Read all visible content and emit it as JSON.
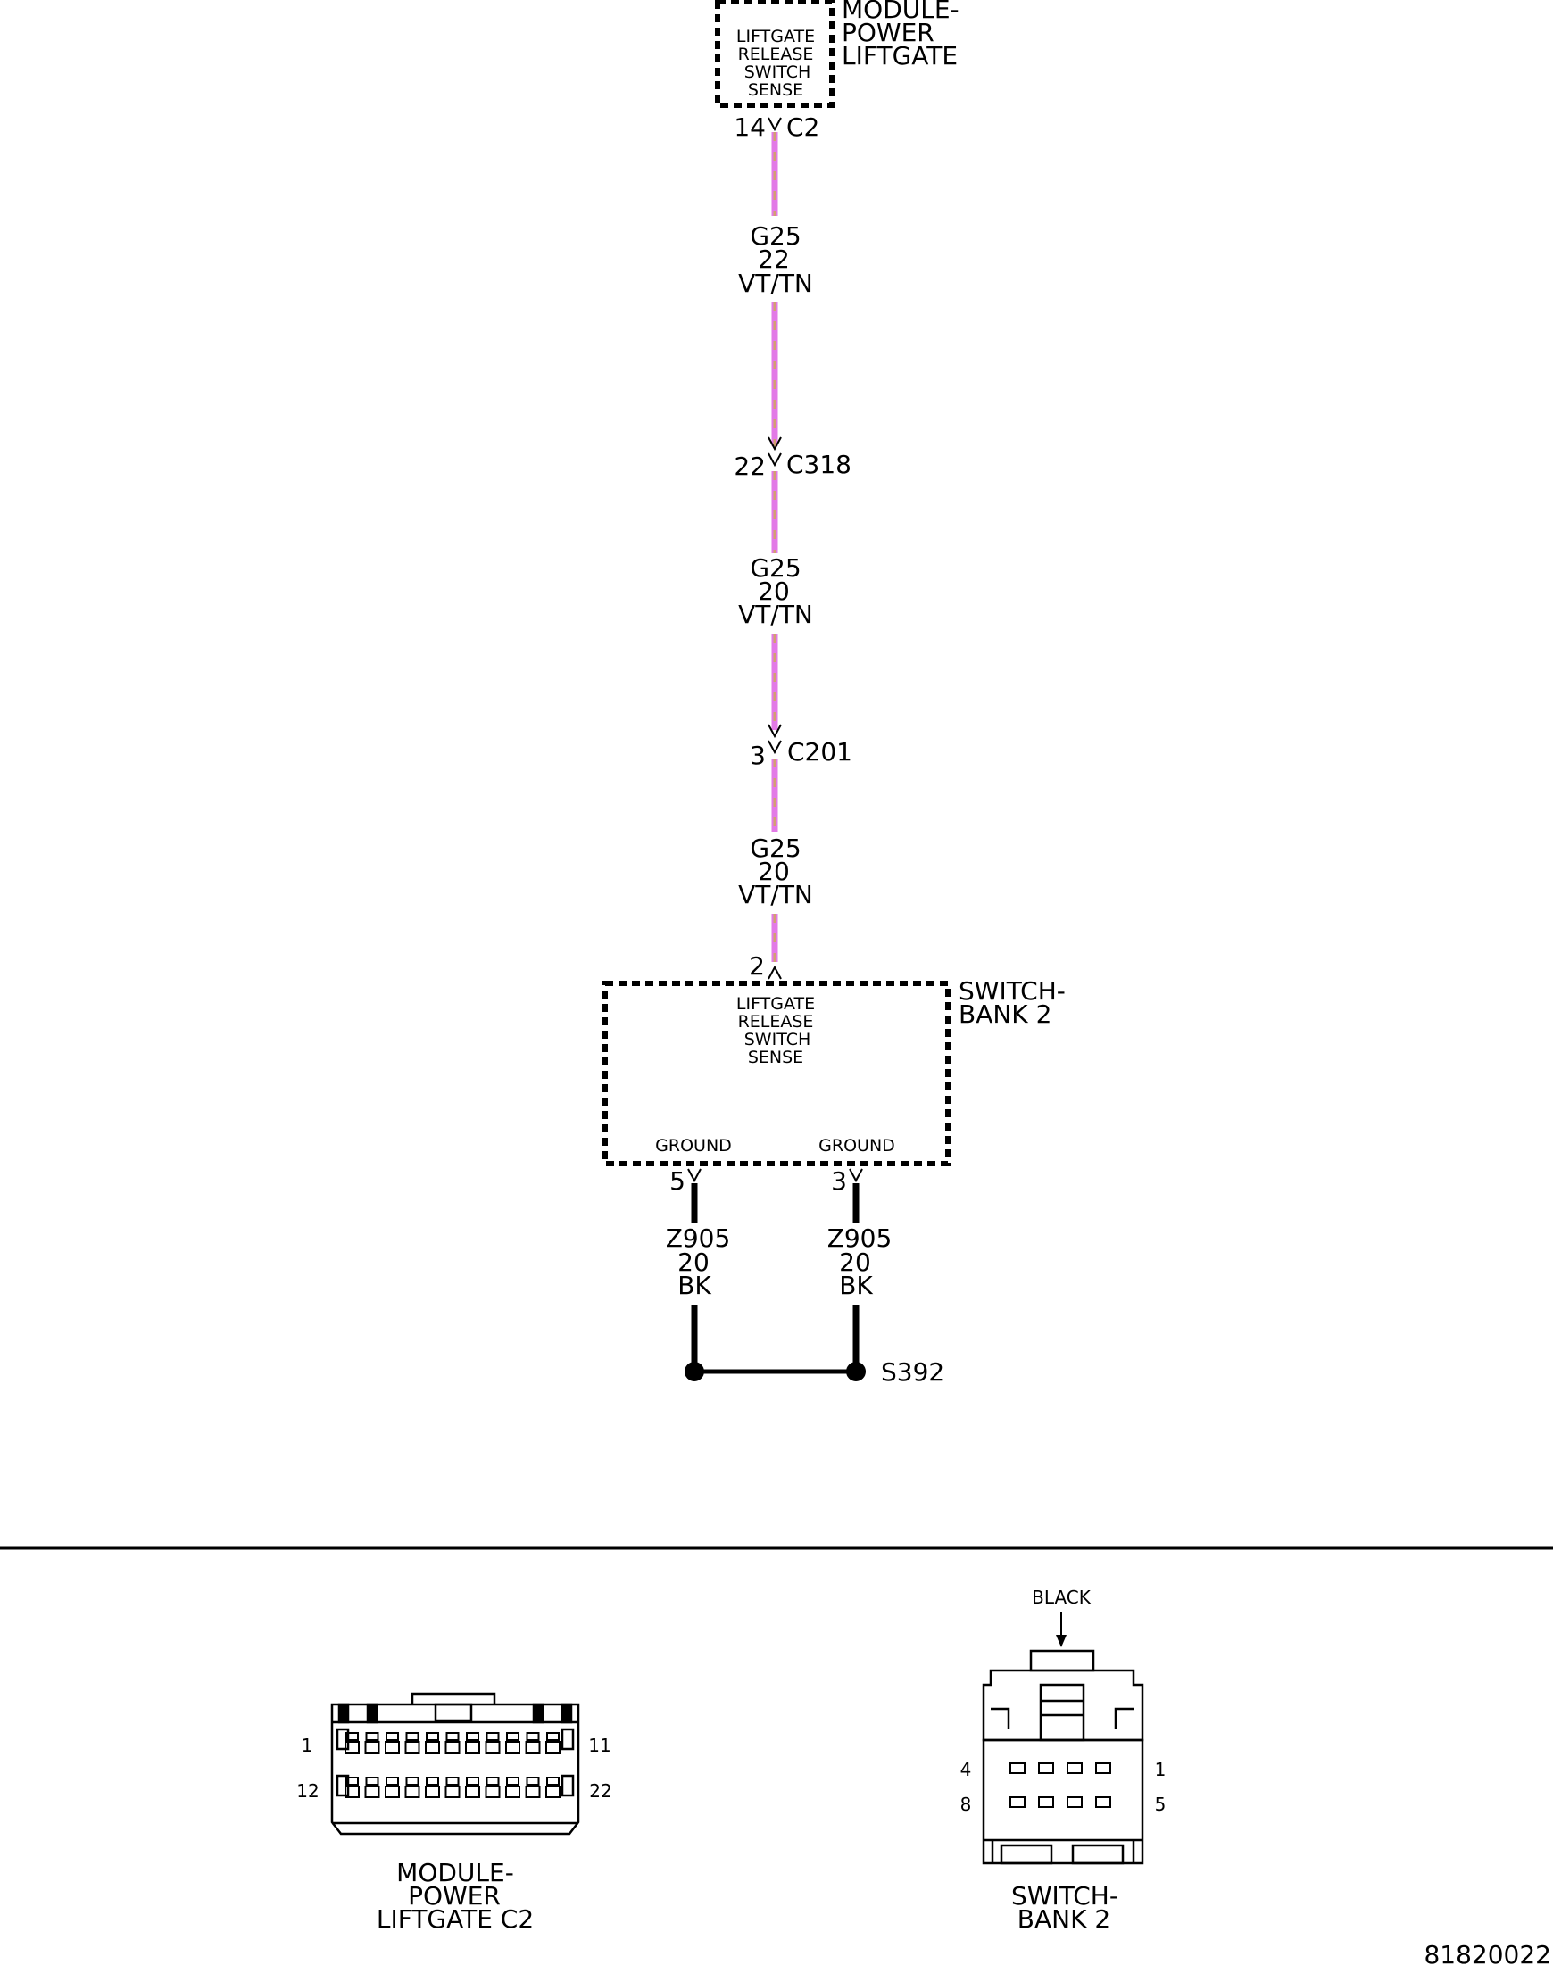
{
  "colors": {
    "wire_violet": "#e27ae6",
    "wire_tan": "#d2a070",
    "ink": "#000000"
  },
  "top_component": {
    "name_lines": [
      "MODULE-",
      "POWER",
      "LIFTGATE"
    ],
    "inner_lines": [
      "LIFTGATE",
      "RELEASE",
      "SWITCH",
      "SENSE"
    ],
    "pin": "14",
    "connector": "C2"
  },
  "segments": [
    {
      "circuit": "G25",
      "gauge": "22",
      "color": "VT/TN"
    },
    {
      "circuit": "G25",
      "gauge": "20",
      "color": "VT/TN"
    },
    {
      "circuit": "G25",
      "gauge": "20",
      "color": "VT/TN"
    }
  ],
  "inline_connectors": [
    {
      "pin": "22",
      "name": "C318"
    },
    {
      "pin": "3",
      "name": "C201"
    }
  ],
  "switch_bank": {
    "name_lines": [
      "SWITCH-",
      "BANK 2"
    ],
    "inner_lines": [
      "LIFTGATE",
      "RELEASE",
      "SWITCH",
      "SENSE"
    ],
    "input_pin": "2",
    "grounds": [
      {
        "label": "GROUND",
        "pin": "5",
        "circuit": "Z905",
        "gauge": "20",
        "color": "BK"
      },
      {
        "label": "GROUND",
        "pin": "3",
        "circuit": "Z905",
        "gauge": "20",
        "color": "BK"
      }
    ]
  },
  "splice": {
    "name": "S392"
  },
  "connector_views": {
    "left": {
      "pins": {
        "top_left": "1",
        "top_right": "11",
        "bottom_left": "12",
        "bottom_right": "22"
      },
      "caption_lines": [
        "MODULE-",
        "POWER",
        "LIFTGATE C2"
      ]
    },
    "right": {
      "color_label": "BLACK",
      "pins": {
        "top_left": "4",
        "top_right": "1",
        "bottom_left": "8",
        "bottom_right": "5"
      },
      "caption_lines": [
        "SWITCH-",
        "BANK 2"
      ]
    }
  },
  "figure_id": "81820022"
}
